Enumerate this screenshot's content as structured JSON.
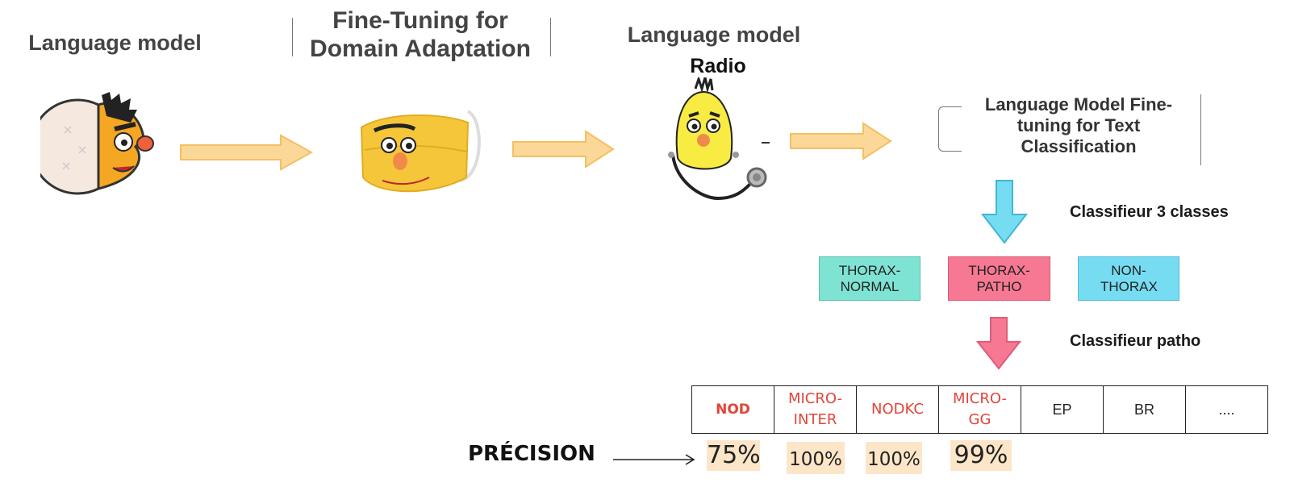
{
  "stages": {
    "lm1": "Language model",
    "finetune_domain": "Fine-Tuning for Domain Adaptation",
    "lm2": "Language model",
    "lm2_name": "Radio",
    "finetune_classif": "Language Model Fine-tuning for Text Classification"
  },
  "classifiers": {
    "three_classes_label": "Classifieur 3 classes",
    "patho_label": "Classifieur patho"
  },
  "classes": [
    {
      "label": "THORAX-NORMAL",
      "color": "#7fe3d3"
    },
    {
      "label": "THORAX-PATHO",
      "color": "#f77892"
    },
    {
      "label": "NON-THORAX",
      "color": "#76dcf2"
    }
  ],
  "patho_categories": [
    "NOD",
    "MICRO-INTER",
    "NODKC",
    "MICRO-GG",
    "EP",
    "BR",
    "...."
  ],
  "precision": {
    "label": "PRÉCISION",
    "values": [
      "75%",
      "100%",
      "100%",
      "99%"
    ]
  },
  "colors": {
    "flow_arrow": "#fbd898",
    "flow_arrow_stroke": "#f5bf62",
    "down_arrow_blue": "#76dcf2",
    "down_arrow_pink": "#f77892",
    "precision_bg": "#fde6c8",
    "red_text": "#e2453a"
  },
  "icons": [
    "bert-pacman-icon",
    "bert-mask-icon",
    "bert-doctor-icon"
  ]
}
